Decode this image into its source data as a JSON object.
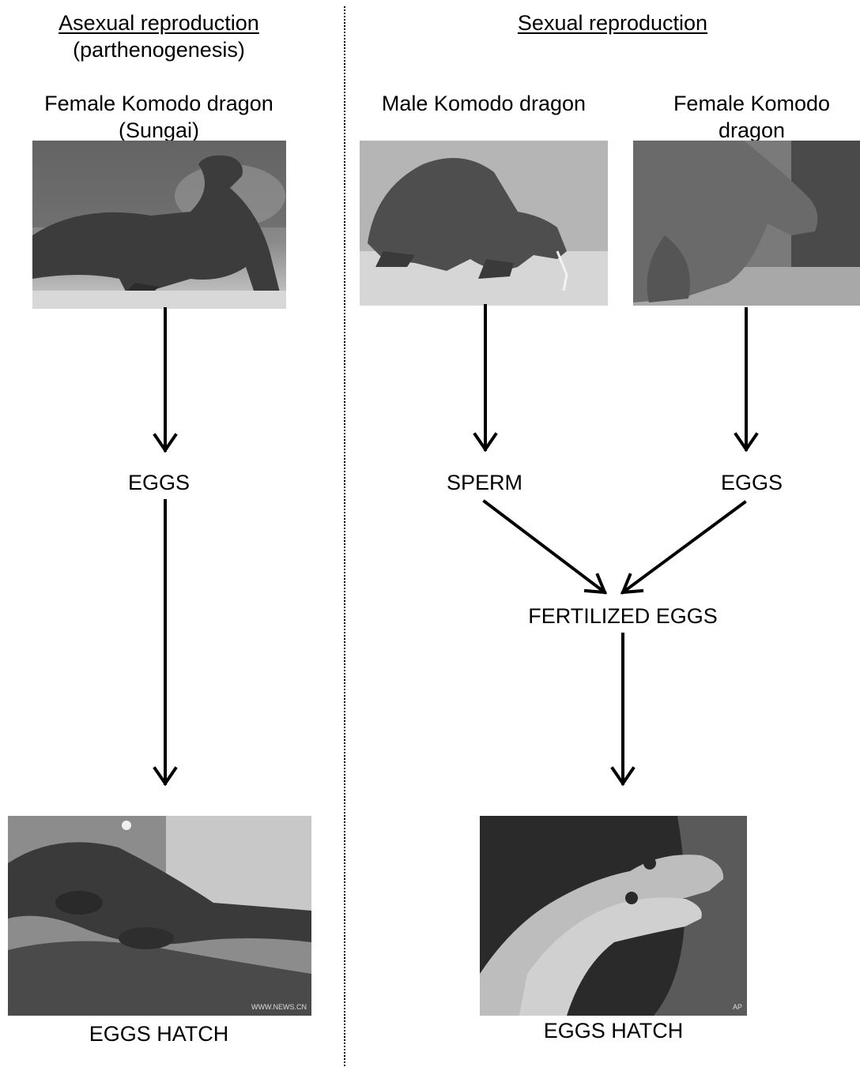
{
  "left": {
    "heading": "Asexual reproduction",
    "subheading": "(parthenogenesis)",
    "parent_label_line1": "Female Komodo dragon",
    "parent_label_line2": "(Sungai)",
    "eggs_label": "EGGS",
    "hatch_label": "EGGS HATCH",
    "photo_credit": "WWW.NEWS.CN"
  },
  "right": {
    "heading": "Sexual reproduction",
    "male_label": "Male Komodo dragon",
    "female_label_line1": "Female Komodo",
    "female_label_line2": "dragon",
    "sperm_label": "SPERM",
    "eggs_label": "EGGS",
    "fertilized_label": "FERTILIZED EGGS",
    "hatch_label": "EGGS HATCH",
    "photo_credit": "AP"
  }
}
